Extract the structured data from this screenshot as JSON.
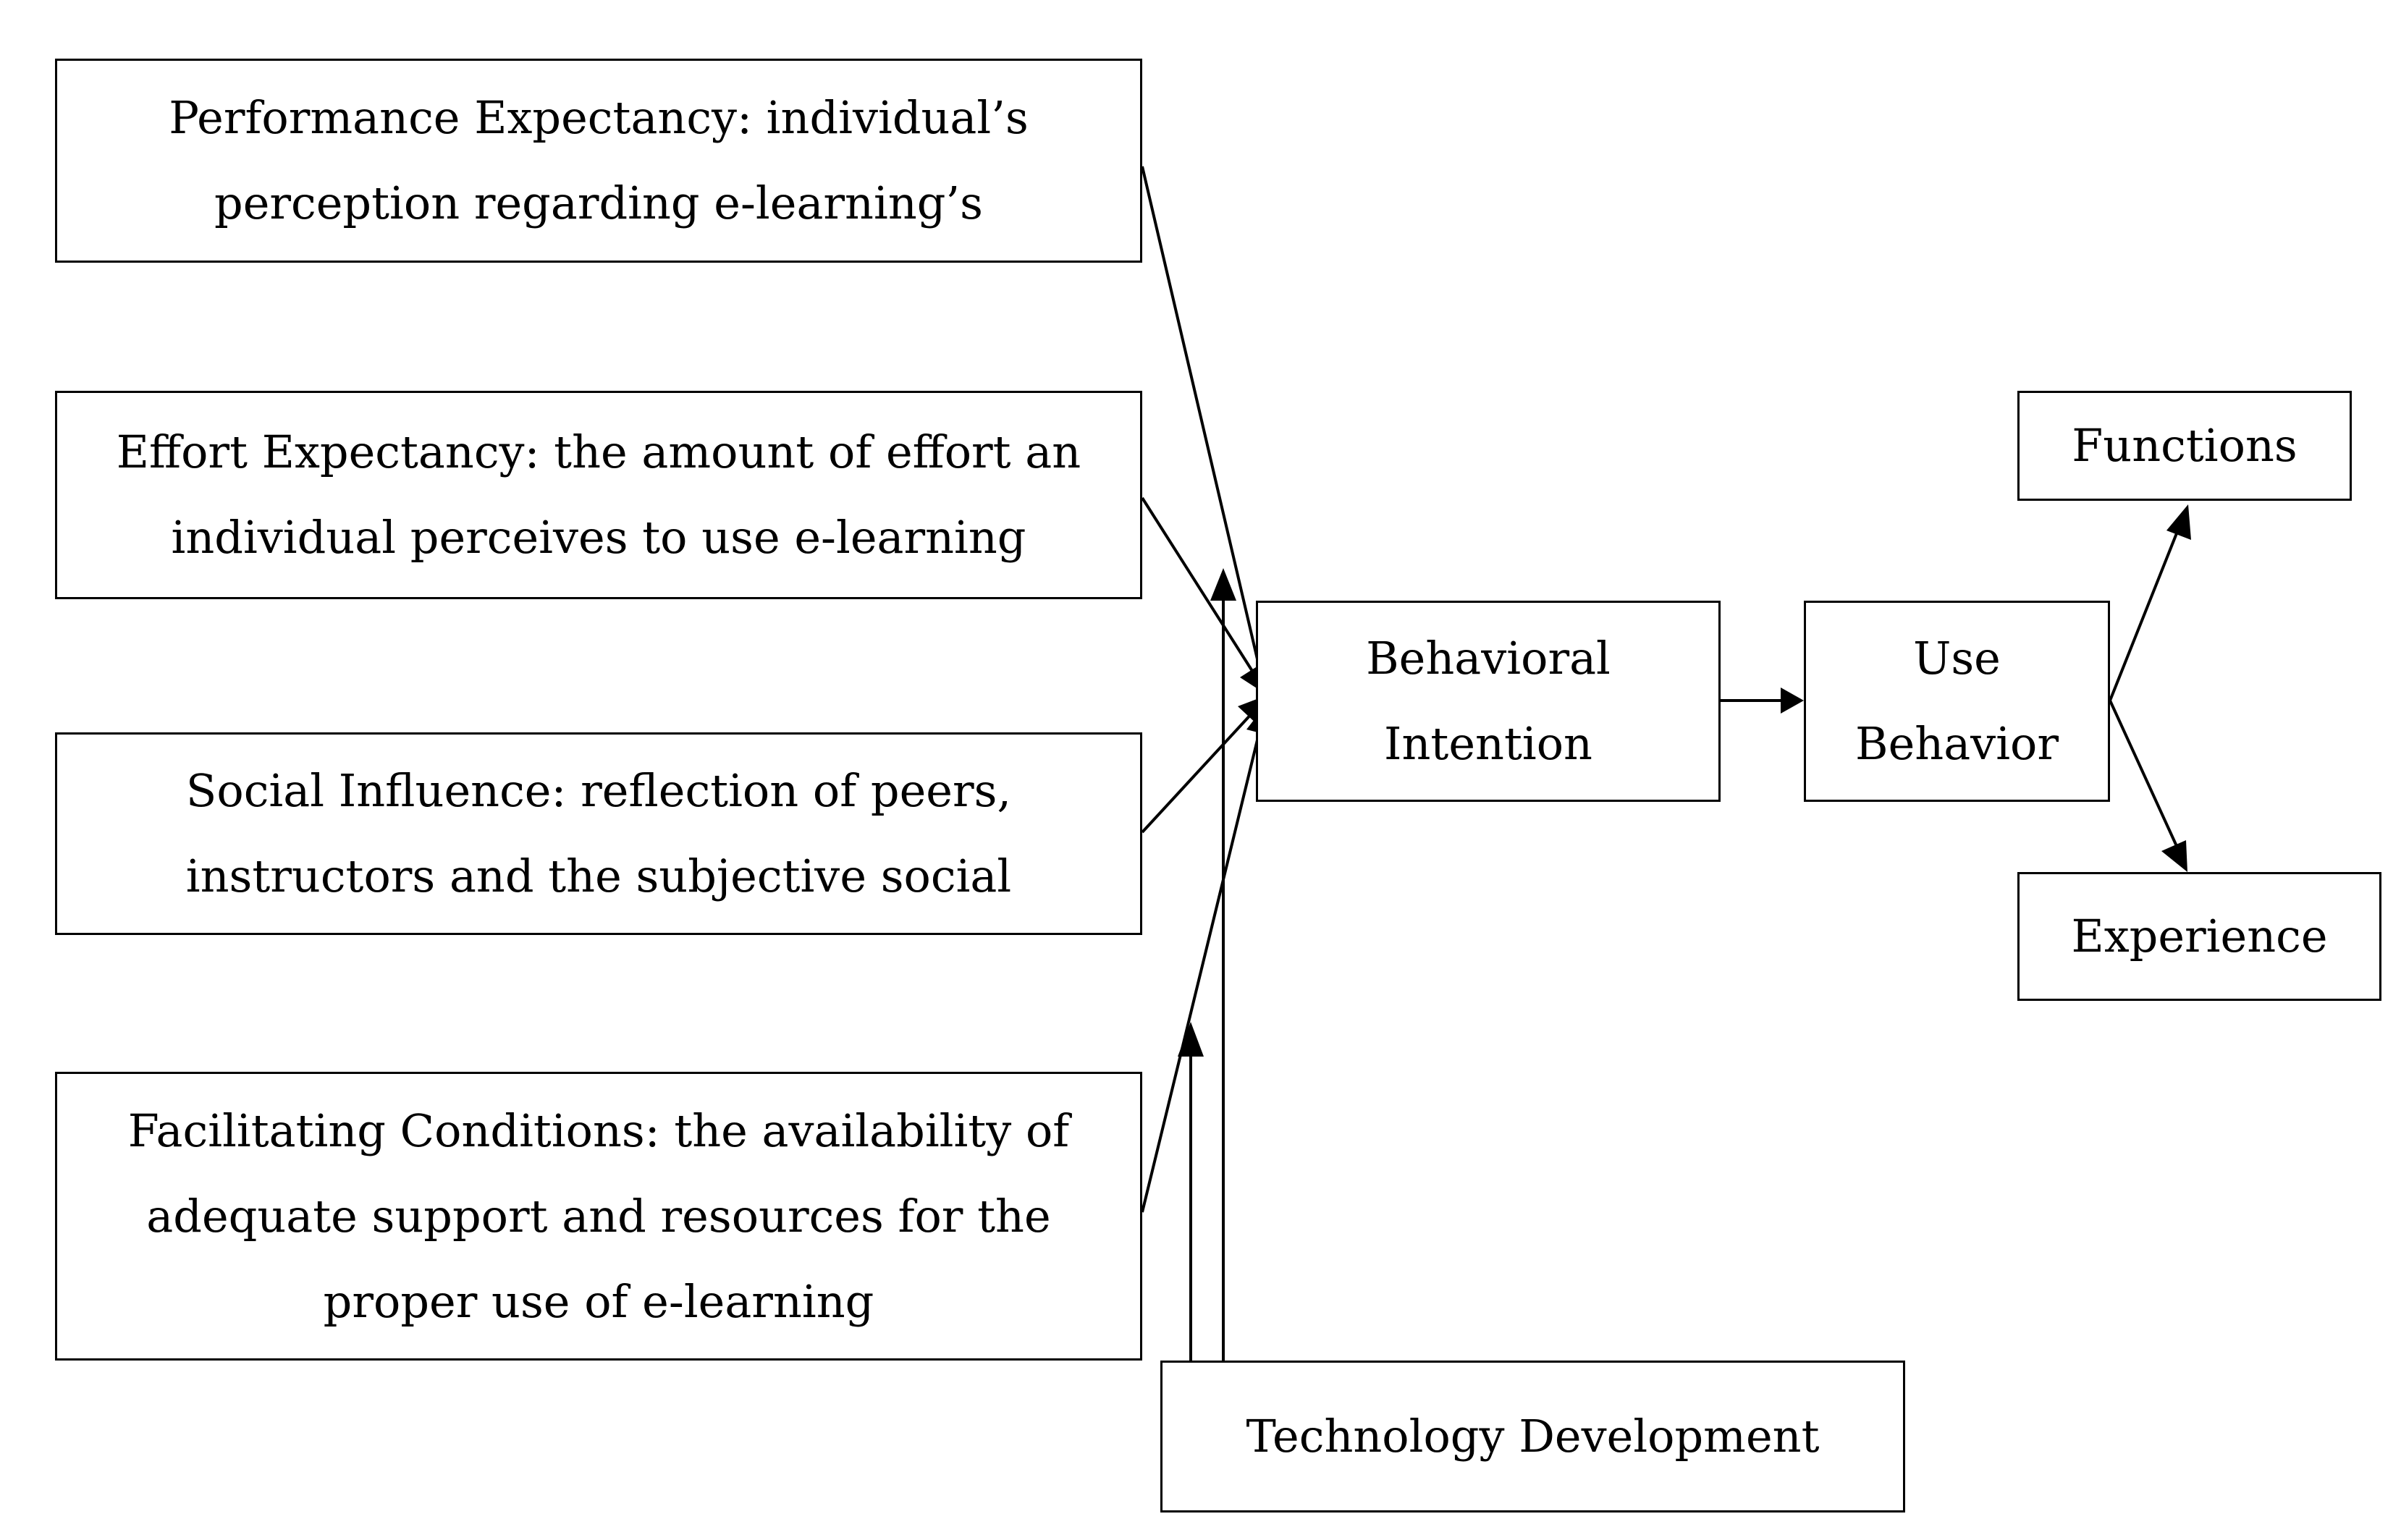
{
  "nodes": {
    "performance": {
      "label": "Performance Expectancy: individual’s\nperception regarding e-learning’s"
    },
    "effort": {
      "label": "Effort Expectancy: the amount of effort an\nindividual perceives to use e-learning"
    },
    "social": {
      "label": "Social Influence: reflection of peers,\ninstructors and the subjective social"
    },
    "facilitating": {
      "label": "Facilitating Conditions: the availability of\nadequate support and resources for the\nproper use of e-learning"
    },
    "technology": {
      "label": "Technology Development"
    },
    "intention": {
      "label": "Behavioral\nIntention"
    },
    "use": {
      "label": "Use\nBehavior"
    },
    "functions": {
      "label": "Functions"
    },
    "experience": {
      "label": "Experience"
    }
  },
  "edges": [
    {
      "from": "performance",
      "to": "intention"
    },
    {
      "from": "effort",
      "to": "intention"
    },
    {
      "from": "social",
      "to": "intention"
    },
    {
      "from": "facilitating",
      "to": "intention"
    },
    {
      "from": "technology",
      "to": "effort-to-intention-link"
    },
    {
      "from": "technology",
      "to": "facilitating-to-intention-link"
    },
    {
      "from": "intention",
      "to": "use"
    },
    {
      "from": "use",
      "to": "functions"
    },
    {
      "from": "use",
      "to": "experience"
    }
  ],
  "colors": {
    "stroke": "#000000",
    "background": "#ffffff"
  }
}
